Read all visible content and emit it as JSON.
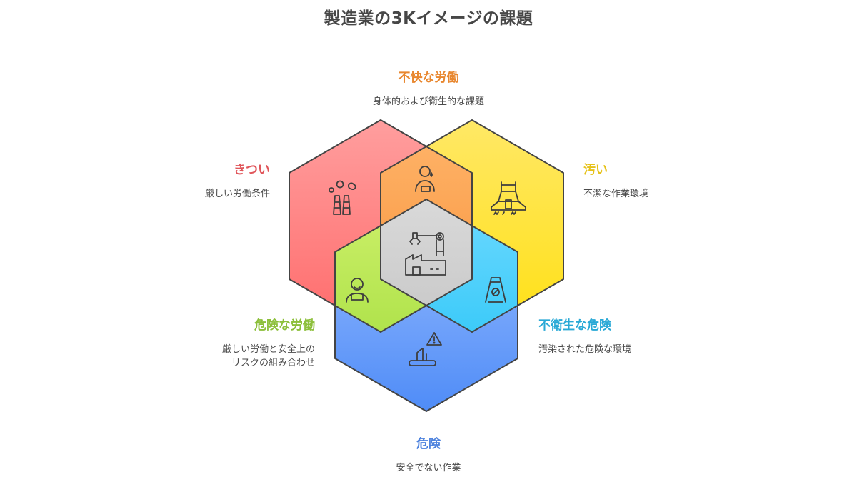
{
  "title": "製造業の3Kイメージの課題",
  "colors": {
    "text_dark": "#474747",
    "stroke": "#3f3f3f",
    "red": "#e0555a",
    "orange": "#e8872f",
    "yellow": "#e6c21a",
    "green": "#8cbf3a",
    "cyan": "#29a9d6",
    "blue": "#4d82de"
  },
  "segments": {
    "top": {
      "heading": "不快な労働",
      "desc": "身体的および衛生的な課題",
      "icon": "sweating-worker-icon"
    },
    "top_left": {
      "heading": "きつい",
      "desc": "厳しい労働条件",
      "icon": "smokestacks-icon"
    },
    "top_right": {
      "heading": "汚い",
      "desc": "不潔な作業環境",
      "icon": "dirty-machine-icon"
    },
    "bottom_left": {
      "heading": "危険な労働",
      "desc_line1": "厳しい労働と安全上の",
      "desc_line2": "リスクの組み合わせ",
      "icon": "worker-icon"
    },
    "bottom_right": {
      "heading": "不衛生な危険",
      "desc": "汚染された危険な環境",
      "icon": "wet-floor-sign-icon"
    },
    "bottom": {
      "heading": "危険",
      "desc": "安全でない作業",
      "icon": "hazard-warning-icon"
    },
    "center": {
      "icon": "factory-robot-arm-icon"
    }
  }
}
